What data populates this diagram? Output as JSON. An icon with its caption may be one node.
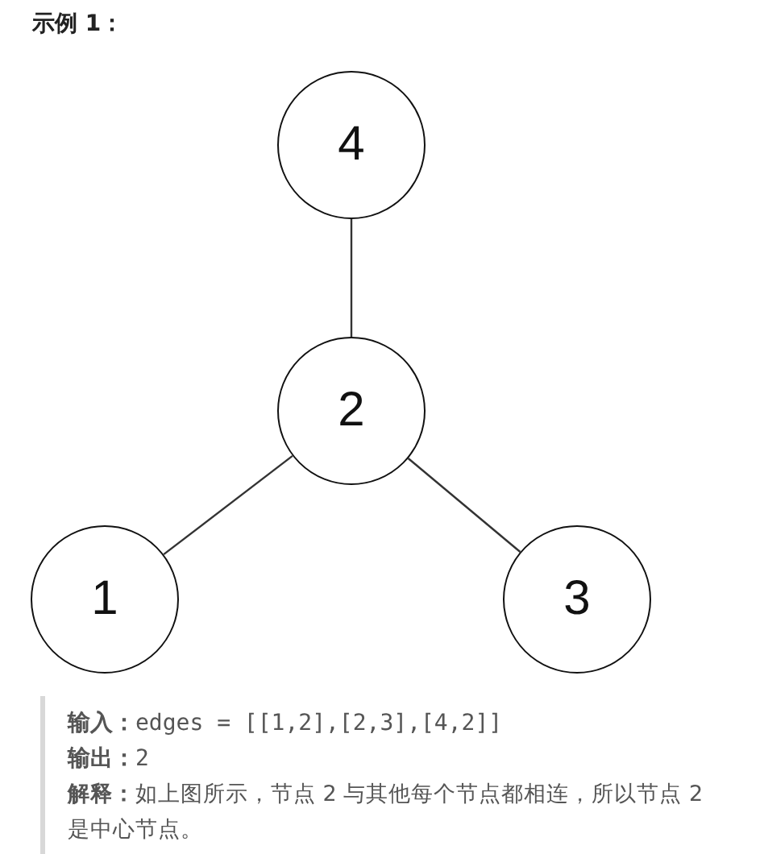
{
  "diagram": {
    "title": "示例 1：",
    "nodes": [
      {
        "text": [
          "4"
        ]
      },
      {
        "text": [
          "2"
        ]
      },
      {
        "text": [
          "1"
        ]
      },
      {
        "text": [
          "3"
        ]
      }
    ],
    "edges": [
      {
        "from": 0,
        "to": 1,
        "arrow": "none"
      },
      {
        "from": 1,
        "to": 2,
        "arrow": "none"
      },
      {
        "from": 1,
        "to": 3,
        "arrow": "none"
      }
    ],
    "labels": [
      "**输入：**edges = [[1,2],[2,3],[4,2]]",
      "**输出：**2",
      "**解释：**如上图所示，节点 2 与其他每个节点都相连，所以节点 2 是中心节点。"
    ]
  }
}
